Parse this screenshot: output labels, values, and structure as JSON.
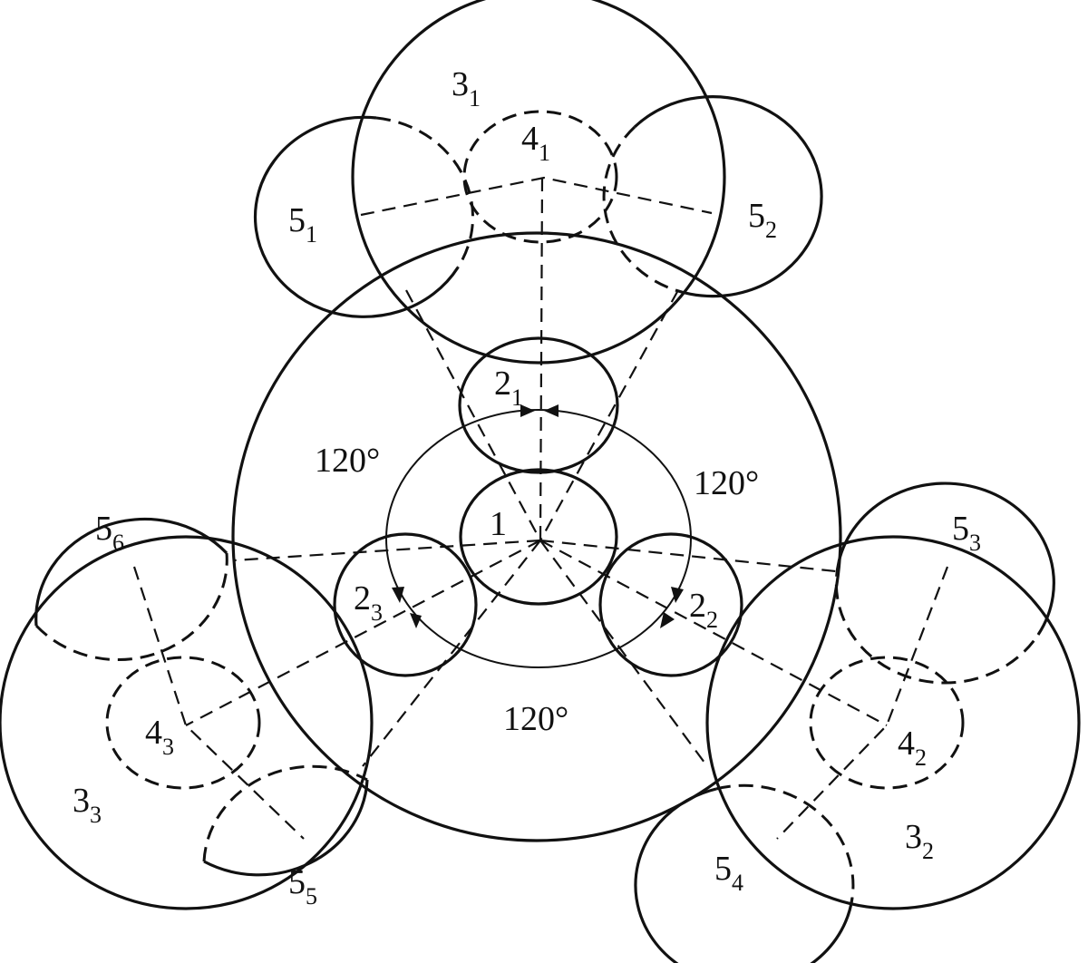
{
  "diagram": {
    "labels": {
      "g1": "1",
      "g2_1": {
        "base": "2",
        "sub": "1"
      },
      "g2_2": {
        "base": "2",
        "sub": "2"
      },
      "g2_3": {
        "base": "2",
        "sub": "3"
      },
      "g3_1": {
        "base": "3",
        "sub": "1"
      },
      "g3_2": {
        "base": "3",
        "sub": "2"
      },
      "g3_3": {
        "base": "3",
        "sub": "3"
      },
      "g4_1": {
        "base": "4",
        "sub": "1"
      },
      "g4_2": {
        "base": "4",
        "sub": "2"
      },
      "g4_3": {
        "base": "4",
        "sub": "3"
      },
      "g5_1": {
        "base": "5",
        "sub": "1"
      },
      "g5_2": {
        "base": "5",
        "sub": "2"
      },
      "g5_3": {
        "base": "5",
        "sub": "3"
      },
      "g5_4": {
        "base": "5",
        "sub": "4"
      },
      "g5_5": {
        "base": "5",
        "sub": "5"
      },
      "g5_6": {
        "base": "5",
        "sub": "6"
      }
    },
    "angles": {
      "left": "120°",
      "right": "120°",
      "bottom": "120°"
    }
  }
}
